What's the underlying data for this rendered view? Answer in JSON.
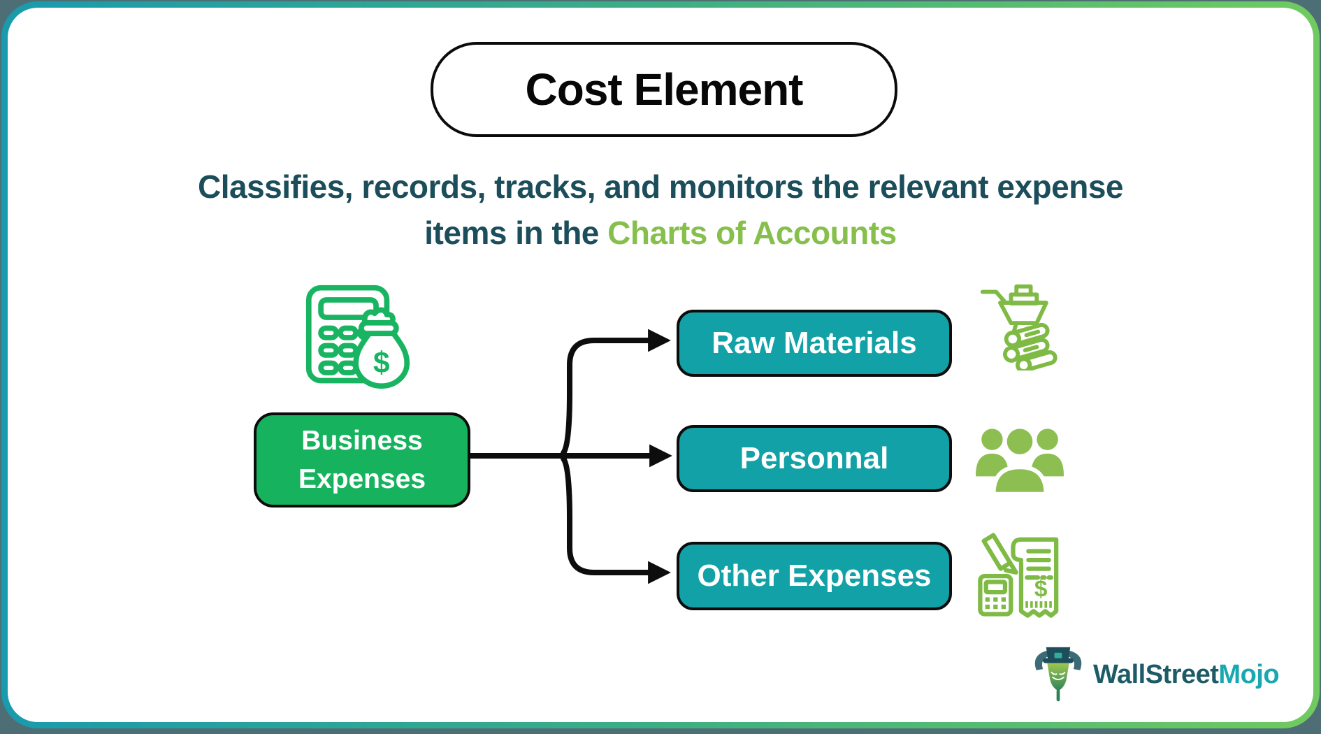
{
  "frame": {
    "outside_background": "#4e6e75",
    "border_gradient_left": "#1a9aad",
    "border_gradient_right": "#70ca5f",
    "canvas_background": "#ffffff"
  },
  "title": {
    "text": "Cost Element"
  },
  "subtitle": {
    "line1": "Classifies, records, tracks, and monitors the relevant expense",
    "line2_prefix": "items in the ",
    "line2_accent": "Charts of Accounts",
    "text_color": "#1b4d5a",
    "accent_color": "#86bf4b"
  },
  "diagram": {
    "root": {
      "line1": "Business",
      "line2": "Expenses",
      "fill": "#17b25e",
      "icon": "calculator-moneybag-icon"
    },
    "children": [
      {
        "label": "Raw Materials",
        "icon": "wheelbarrow-logs-icon"
      },
      {
        "label": "Personnal",
        "icon": "people-group-icon"
      },
      {
        "label": "Other Expenses",
        "icon": "receipt-calculator-icon"
      }
    ],
    "child_fill": "#11a1a6",
    "connector_color": "#0d0d0d",
    "node_border_color": "#0c0c0c"
  },
  "icons": {
    "dollar_glyph": "$",
    "emerald_green": "#18b461",
    "lime_green": "#7fba45",
    "people_fill": "#8cbe52"
  },
  "logo": {
    "brand_part1": "WallStreet",
    "brand_part2": "Mojo",
    "part1_color": "#1d5b66",
    "part2_color": "#19a8b0",
    "icon": "bull-tophat-icon"
  }
}
